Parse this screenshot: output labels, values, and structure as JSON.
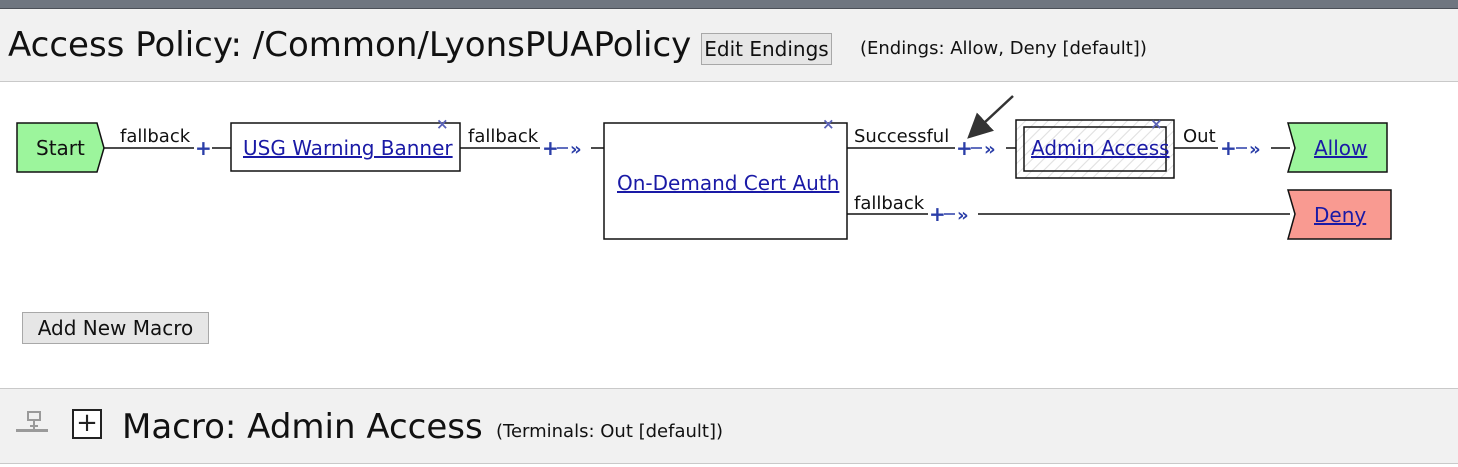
{
  "header": {
    "title": "Access Policy: /Common/LyonsPUAPolicy",
    "edit_endings_label": "Edit Endings",
    "endings_info": "(Endings: Allow, Deny [default])"
  },
  "flow": {
    "start_label": "Start",
    "banner_link": "USG Warning Banner",
    "cert_link": "On-Demand Cert Auth",
    "admin_link": "Admin Access",
    "allow_label": "Allow",
    "deny_label": "Deny",
    "edge_fallback": "fallback",
    "edge_successful": "Successful",
    "edge_out": "Out",
    "plus_glyph": "+",
    "arrow_glyph": "»",
    "close_glyph": "×"
  },
  "canvas": {
    "add_macro_label": "Add New Macro"
  },
  "macro": {
    "title": "Macro: Admin Access",
    "terminals": "(Terminals: Out [default])",
    "expand_glyph": "+"
  },
  "colors": {
    "start_fill": "#9cf59c",
    "allow_fill": "#9cf59c",
    "deny_fill": "#f99a91",
    "link_color": "#1a1aa6",
    "connector_color": "#2b3ea8"
  },
  "icons": [
    "tree-collapse-icon",
    "expand-icon",
    "close-icon",
    "plus-icon",
    "double-arrow-icon",
    "pointer-arrow-icon"
  ]
}
